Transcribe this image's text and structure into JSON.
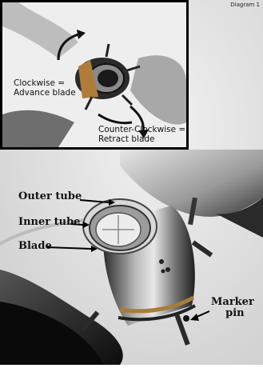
{
  "header": {
    "diagram_label": "Diagram 1"
  },
  "inset": {
    "clockwise_line1": "Clockwise =",
    "clockwise_line2": "Advance blade",
    "counter_line1": "Counter-Clockwise =",
    "counter_line2": "Retract blade"
  },
  "main": {
    "outer_tube": "Outer tube",
    "inner_tube": "Inner tube",
    "blade": "Blade",
    "marker_line1": "Marker",
    "marker_line2": "pin"
  }
}
